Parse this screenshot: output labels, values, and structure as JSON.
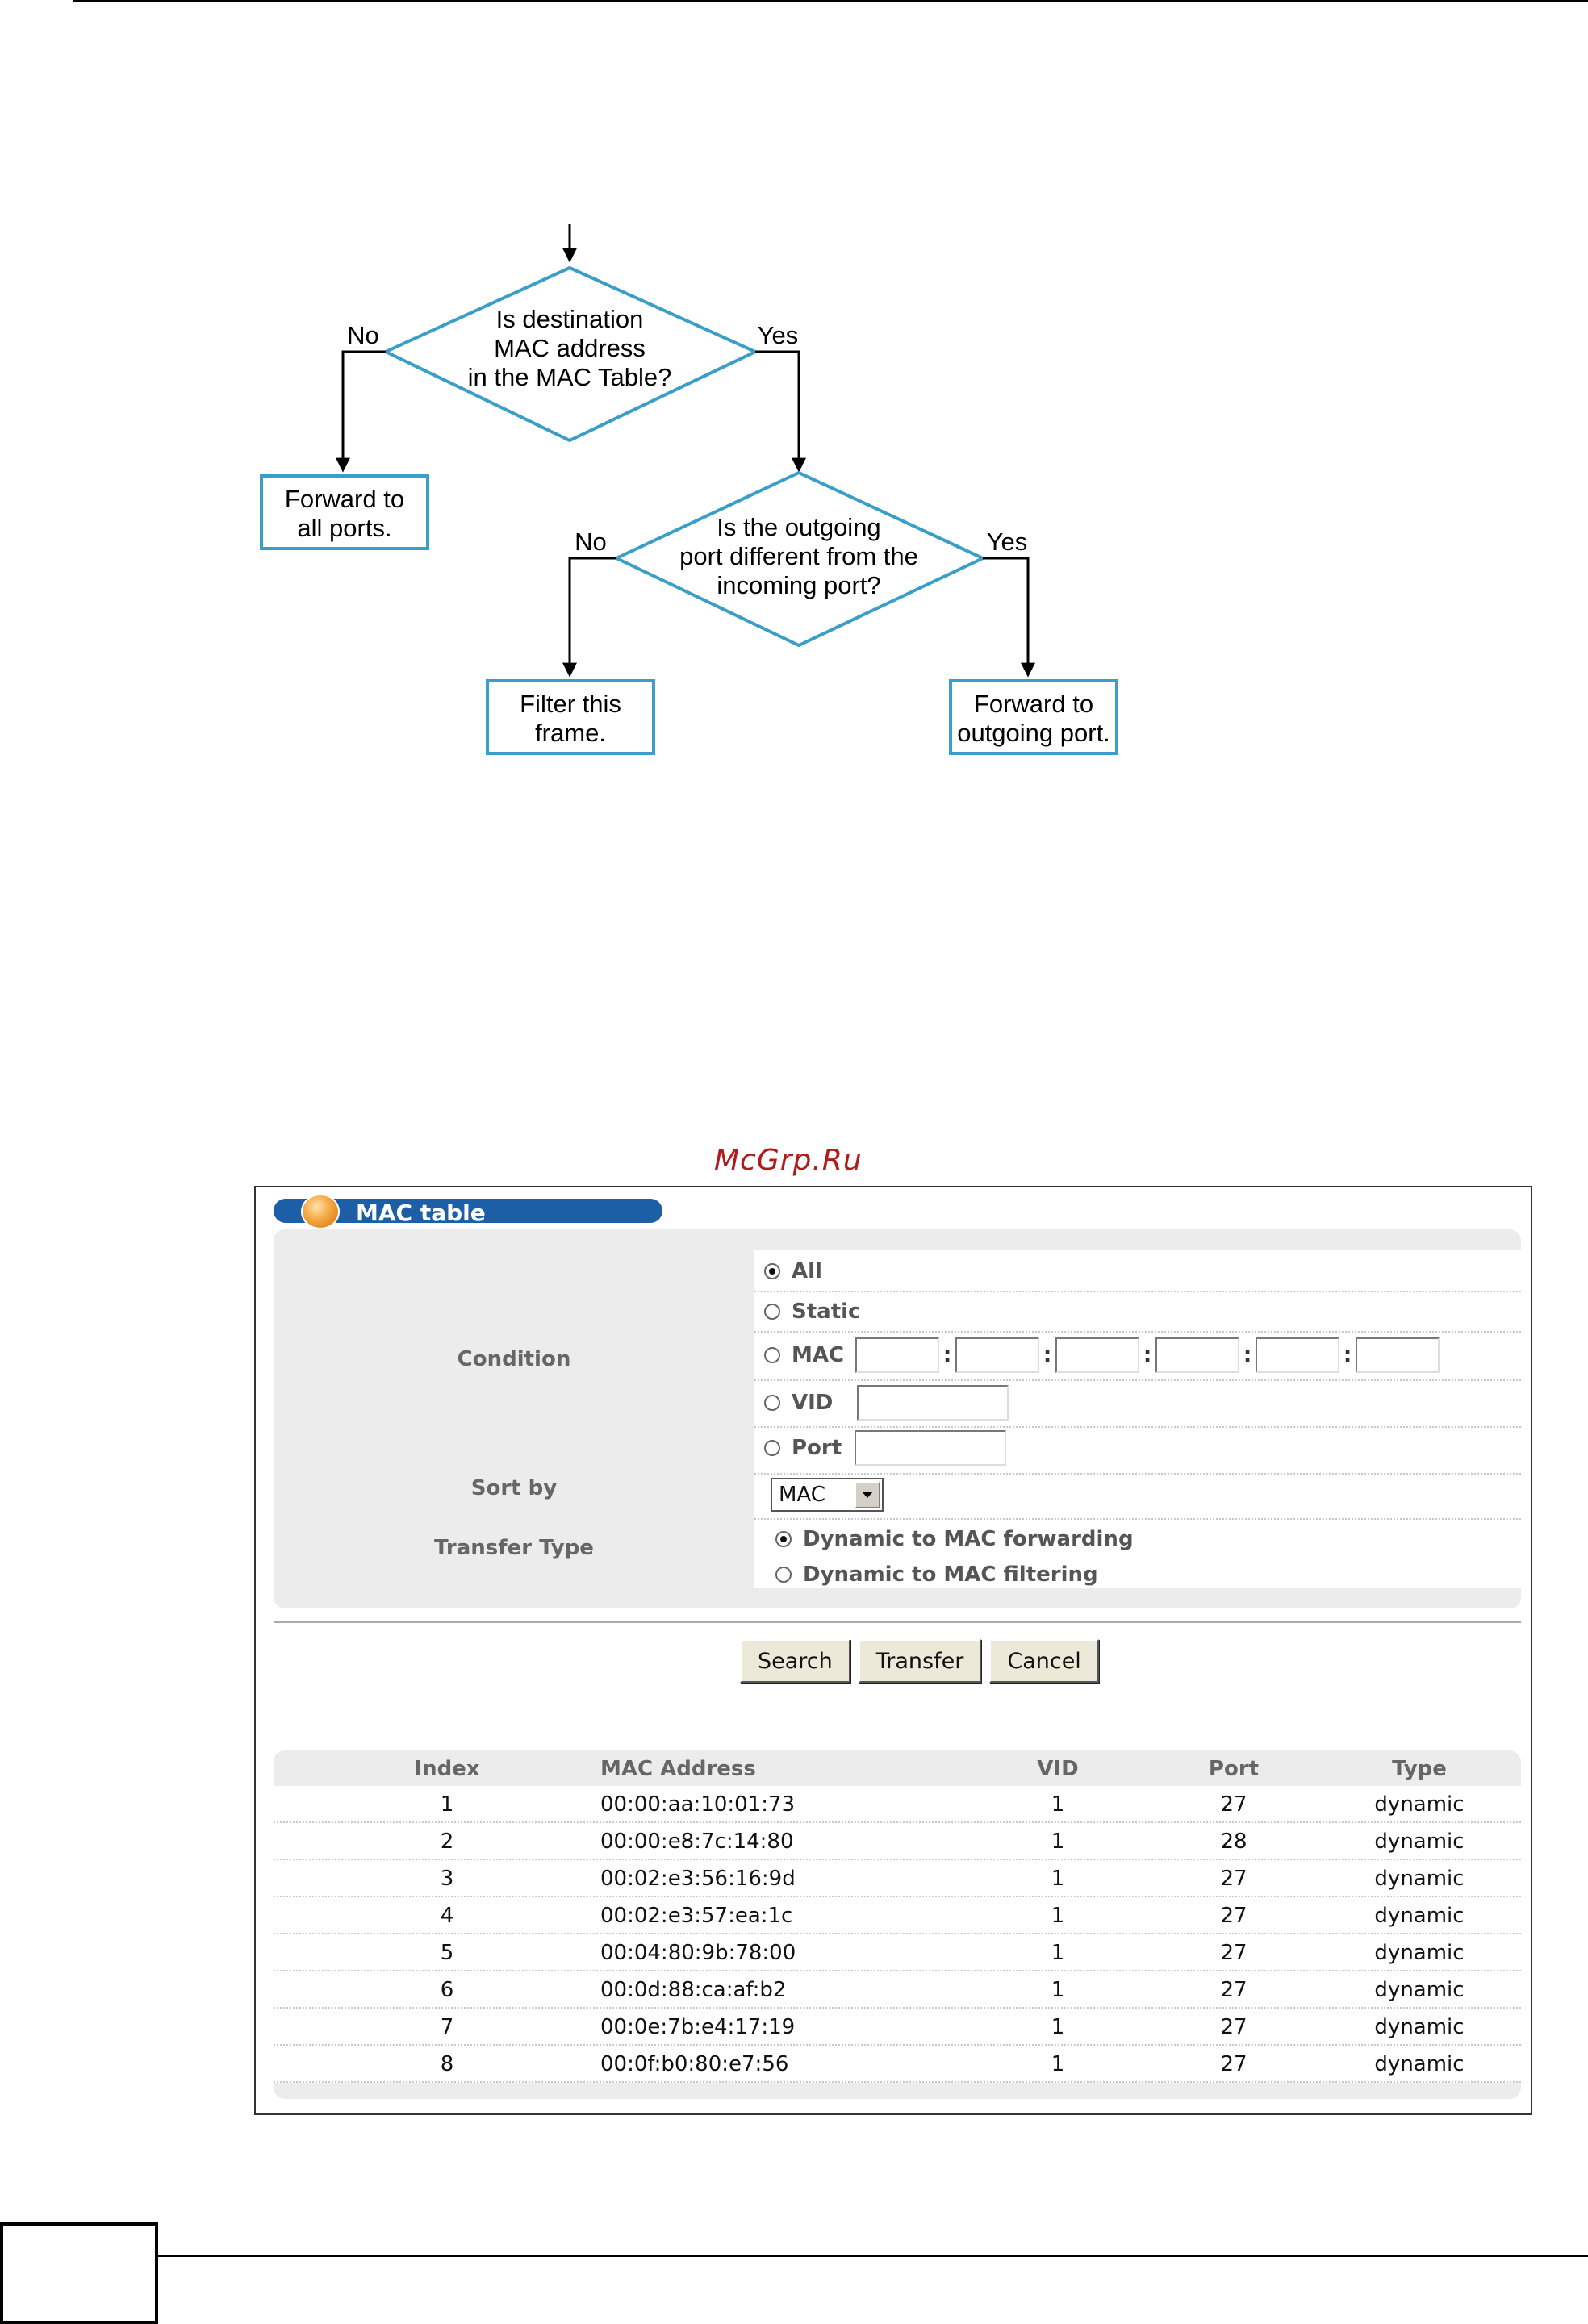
{
  "flowchart": {
    "q1": [
      "Is destination",
      "MAC address",
      "in the MAC Table?"
    ],
    "q2": [
      "Is the outgoing",
      "port different from the",
      "incoming port?"
    ],
    "no_label": "No",
    "yes_label": "Yes",
    "box_all_ports": [
      "Forward to",
      "all ports."
    ],
    "box_filter": [
      "Filter this",
      "frame."
    ],
    "box_outgoing": [
      "Forward to",
      "outgoing port."
    ]
  },
  "watermark": "McGrp.Ru",
  "mac_table": {
    "title": "MAC table",
    "condition": {
      "label": "Condition",
      "options": {
        "all": "All",
        "static": "Static",
        "mac": "MAC",
        "vid": "VID",
        "port": "Port"
      },
      "selected": "all",
      "mac_separator": ":"
    },
    "sort_by": {
      "label": "Sort by",
      "value": "MAC"
    },
    "transfer_type": {
      "label": "Transfer Type",
      "options": [
        "Dynamic to MAC forwarding",
        "Dynamic to MAC filtering"
      ],
      "selected_index": 0
    },
    "buttons": {
      "search": "Search",
      "transfer": "Transfer",
      "cancel": "Cancel"
    },
    "results": {
      "headers": {
        "index": "Index",
        "mac": "MAC Address",
        "vid": "VID",
        "port": "Port",
        "type": "Type"
      },
      "rows": [
        {
          "index": "1",
          "mac": "00:00:aa:10:01:73",
          "vid": "1",
          "port": "27",
          "type": "dynamic"
        },
        {
          "index": "2",
          "mac": "00:00:e8:7c:14:80",
          "vid": "1",
          "port": "28",
          "type": "dynamic"
        },
        {
          "index": "3",
          "mac": "00:02:e3:56:16:9d",
          "vid": "1",
          "port": "27",
          "type": "dynamic"
        },
        {
          "index": "4",
          "mac": "00:02:e3:57:ea:1c",
          "vid": "1",
          "port": "27",
          "type": "dynamic"
        },
        {
          "index": "5",
          "mac": "00:04:80:9b:78:00",
          "vid": "1",
          "port": "27",
          "type": "dynamic"
        },
        {
          "index": "6",
          "mac": "00:0d:88:ca:af:b2",
          "vid": "1",
          "port": "27",
          "type": "dynamic"
        },
        {
          "index": "7",
          "mac": "00:0e:7b:e4:17:19",
          "vid": "1",
          "port": "27",
          "type": "dynamic"
        },
        {
          "index": "8",
          "mac": "00:0f:b0:80:e7:56",
          "vid": "1",
          "port": "27",
          "type": "dynamic"
        }
      ]
    }
  }
}
